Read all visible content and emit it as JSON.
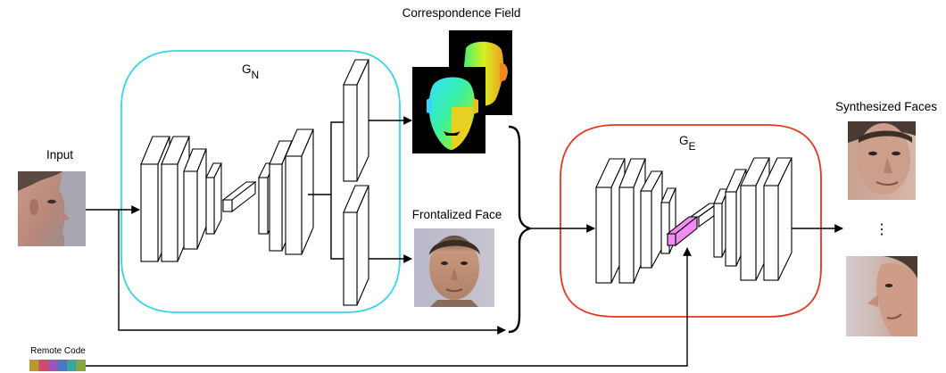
{
  "labels": {
    "correspondence_field": "Correspondence Field",
    "input": "Input",
    "gn_main": "G",
    "gn_sub": "N",
    "ge_main": "G",
    "ge_sub": "E",
    "frontalized_face": "Frontalized Face",
    "synthesized_faces": "Synthesized Faces",
    "remote_code": "Remote Code",
    "ellipsis": "⋮"
  },
  "colors": {
    "gn_outline": "#33d6e6",
    "ge_outline": "#e8351f",
    "highlight_block": "#f28cf2",
    "image_background": "#000000"
  },
  "remote_code_colors": [
    "#b79a2a",
    "#d14a6a",
    "#a052b8",
    "#4a78c8",
    "#3aa6a0",
    "#8aa63a"
  ]
}
